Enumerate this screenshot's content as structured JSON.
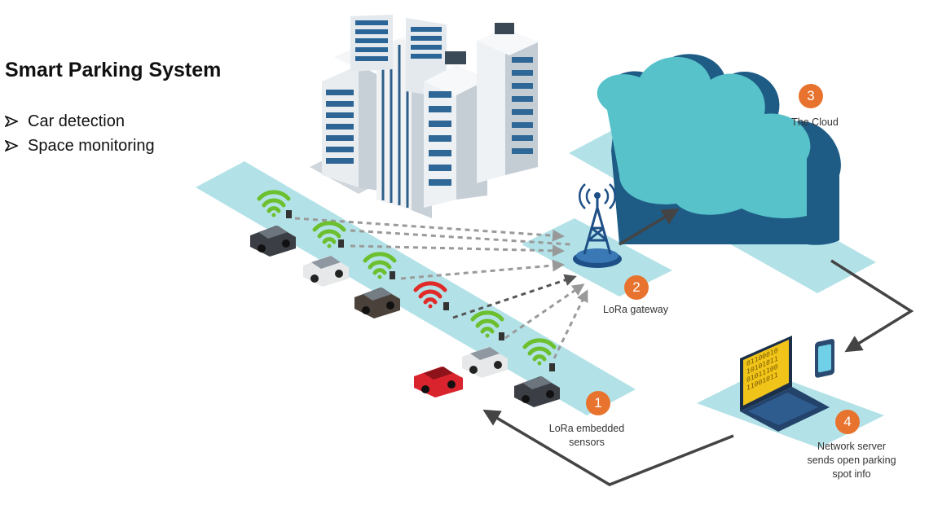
{
  "slide": {
    "title": "Smart Parking System",
    "bullets": [
      "Car detection",
      "Space monitoring"
    ]
  },
  "steps": [
    {
      "number": "1",
      "label_lines": [
        "LoRa embedded",
        "sensors"
      ]
    },
    {
      "number": "2",
      "label_lines": [
        "LoRa gateway"
      ]
    },
    {
      "number": "3",
      "label_lines": [
        "The Cloud"
      ]
    },
    {
      "number": "4",
      "label_lines": [
        "Network server",
        "sends open parking",
        "spot info"
      ]
    }
  ],
  "laptop_screen_binary": [
    "01100010",
    "10101011",
    "01011100",
    "11001011"
  ],
  "colors": {
    "road": "#b2e2e7",
    "cloud_top": "#57c2c9",
    "cloud_side": "#1e5c86",
    "step_badge": "#e8732e",
    "signal_free": "#6cbf2e",
    "signal_occupied": "#e02a2a",
    "gateway": "#1e4f86",
    "arrow": "#444444"
  }
}
